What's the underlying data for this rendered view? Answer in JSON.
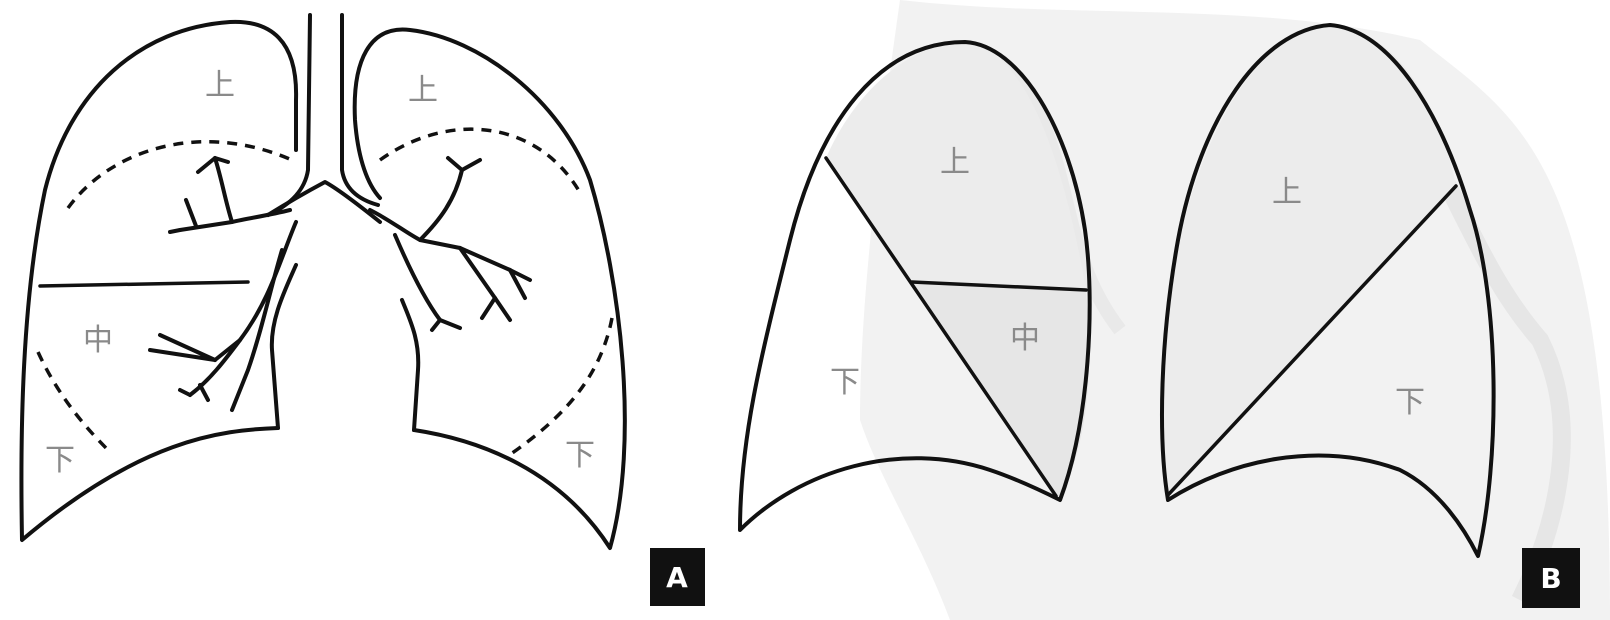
{
  "panels": {
    "a": {
      "badge": "A",
      "labels": {
        "right_upper": "上",
        "right_middle": "中",
        "right_lower": "下",
        "left_upper": "上",
        "left_lower": "下"
      }
    },
    "b": {
      "badge": "B",
      "right_lateral": {
        "upper": "上",
        "middle": "中",
        "lower": "下"
      },
      "left_lateral": {
        "upper": "上",
        "lower": "下"
      }
    }
  },
  "colors": {
    "line": "#111111",
    "label": "#8a8a8a",
    "shade": "#ececec",
    "background_texture": "#f0f0f0"
  }
}
